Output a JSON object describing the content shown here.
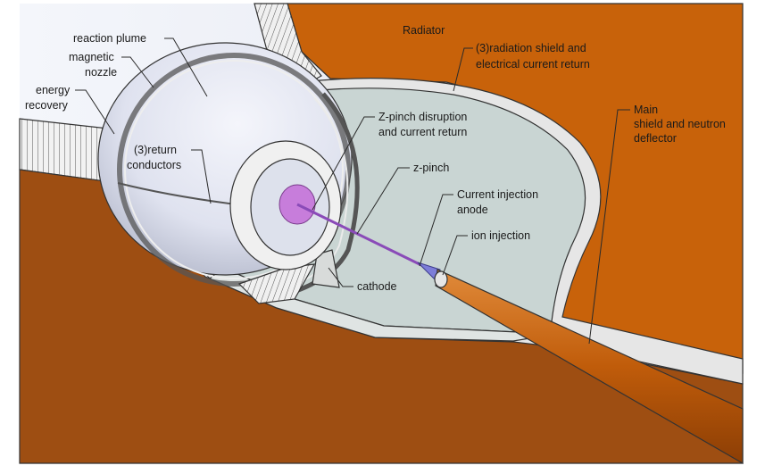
{
  "labels": {
    "radiator": "Radiator",
    "radiation_shield": [
      "(3)radiation shield and",
      "electrical current return"
    ],
    "main_shield": [
      "Main",
      "shield and neutron",
      "deflector"
    ],
    "reaction_plume": "reaction plume",
    "magnetic_nozzle": [
      "magnetic",
      "nozzle"
    ],
    "energy_recovery": [
      "energy",
      "recovery"
    ],
    "return_conductors": [
      "(3)return",
      "conductors"
    ],
    "zpinch_disruption": [
      "Z-pinch disruption",
      "and current return"
    ],
    "zpinch": "z-pinch",
    "current_injection": [
      "Current injection",
      "anode"
    ],
    "ion_injection": "ion injection",
    "cathode": "cathode"
  },
  "colors": {
    "radiator": "#c8620a",
    "ground": "#9e4e12",
    "shield_fill": "#c9d5d3",
    "shield_rim": "#e6e6e6",
    "plume": "#dfe2ee",
    "zpinch": "#c77ddb",
    "anode": "#7d7dd8",
    "injector": "#c05c0a"
  }
}
